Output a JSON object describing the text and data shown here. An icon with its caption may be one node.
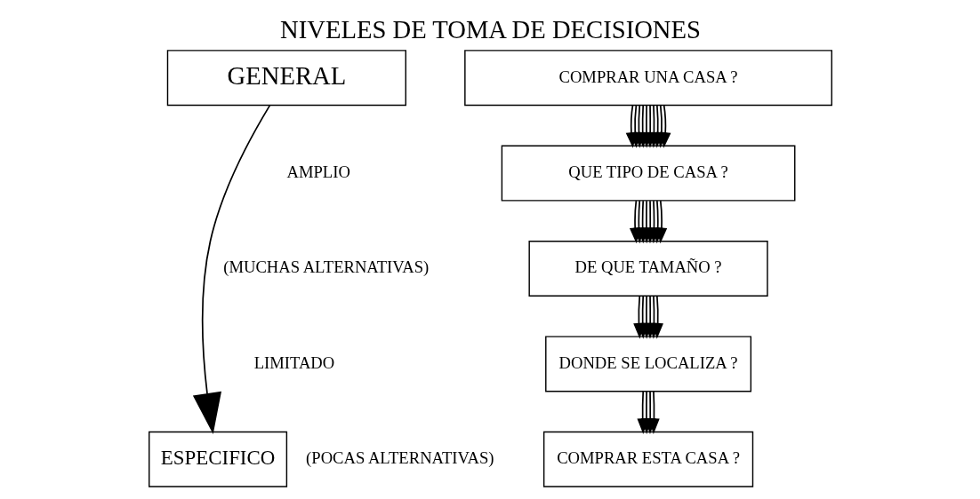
{
  "diagram": {
    "title": "NIVELES DE TOMA DE DECISIONES",
    "nodes": [
      {
        "text": [
          "GENERAL"
        ]
      },
      {
        "text": [
          "ESPECIFICO"
        ]
      },
      {
        "text": [
          "COMPRAR UNA CASA ?"
        ]
      },
      {
        "text": [
          "QUE TIPO DE CASA ?"
        ]
      },
      {
        "text": [
          "DE QUE TAMAÑO ?"
        ]
      },
      {
        "text": [
          "DONDE SE LOCALIZA ?"
        ]
      },
      {
        "text": [
          "COMPRAR ESTA CASA ?"
        ]
      }
    ],
    "edges": [
      {
        "from": 0,
        "to": 1,
        "arrow": "to"
      },
      {
        "from": 2,
        "to": 3,
        "arrow": "to"
      },
      {
        "from": 2,
        "to": 3,
        "arrow": "to"
      },
      {
        "from": 2,
        "to": 3,
        "arrow": "to"
      },
      {
        "from": 2,
        "to": 3,
        "arrow": "to"
      },
      {
        "from": 2,
        "to": 3,
        "arrow": "to"
      },
      {
        "from": 2,
        "to": 3,
        "arrow": "to"
      },
      {
        "from": 2,
        "to": 3,
        "arrow": "to"
      },
      {
        "from": 2,
        "to": 3,
        "arrow": "to"
      },
      {
        "from": 2,
        "to": 3,
        "arrow": "to"
      },
      {
        "from": 2,
        "to": 3,
        "arrow": "to"
      },
      {
        "from": 3,
        "to": 4,
        "arrow": "to"
      },
      {
        "from": 3,
        "to": 4,
        "arrow": "to"
      },
      {
        "from": 3,
        "to": 4,
        "arrow": "to"
      },
      {
        "from": 3,
        "to": 4,
        "arrow": "to"
      },
      {
        "from": 3,
        "to": 4,
        "arrow": "to"
      },
      {
        "from": 3,
        "to": 4,
        "arrow": "to"
      },
      {
        "from": 3,
        "to": 4,
        "arrow": "to"
      },
      {
        "from": 3,
        "to": 4,
        "arrow": "to"
      },
      {
        "from": 4,
        "to": 5,
        "arrow": "to"
      },
      {
        "from": 4,
        "to": 5,
        "arrow": "to"
      },
      {
        "from": 4,
        "to": 5,
        "arrow": "to"
      },
      {
        "from": 4,
        "to": 5,
        "arrow": "to"
      },
      {
        "from": 4,
        "to": 5,
        "arrow": "to"
      },
      {
        "from": 4,
        "to": 5,
        "arrow": "to"
      },
      {
        "from": 5,
        "to": 6,
        "arrow": "to"
      },
      {
        "from": 5,
        "to": 6,
        "arrow": "to"
      },
      {
        "from": 5,
        "to": 6,
        "arrow": "to"
      },
      {
        "from": 5,
        "to": 6,
        "arrow": "to"
      }
    ],
    "labels": [
      "AMPLIO",
      "(MUCHAS ALTERNATIVAS)",
      "LIMITADO",
      "(POCAS ALTERNATIVAS)"
    ]
  }
}
